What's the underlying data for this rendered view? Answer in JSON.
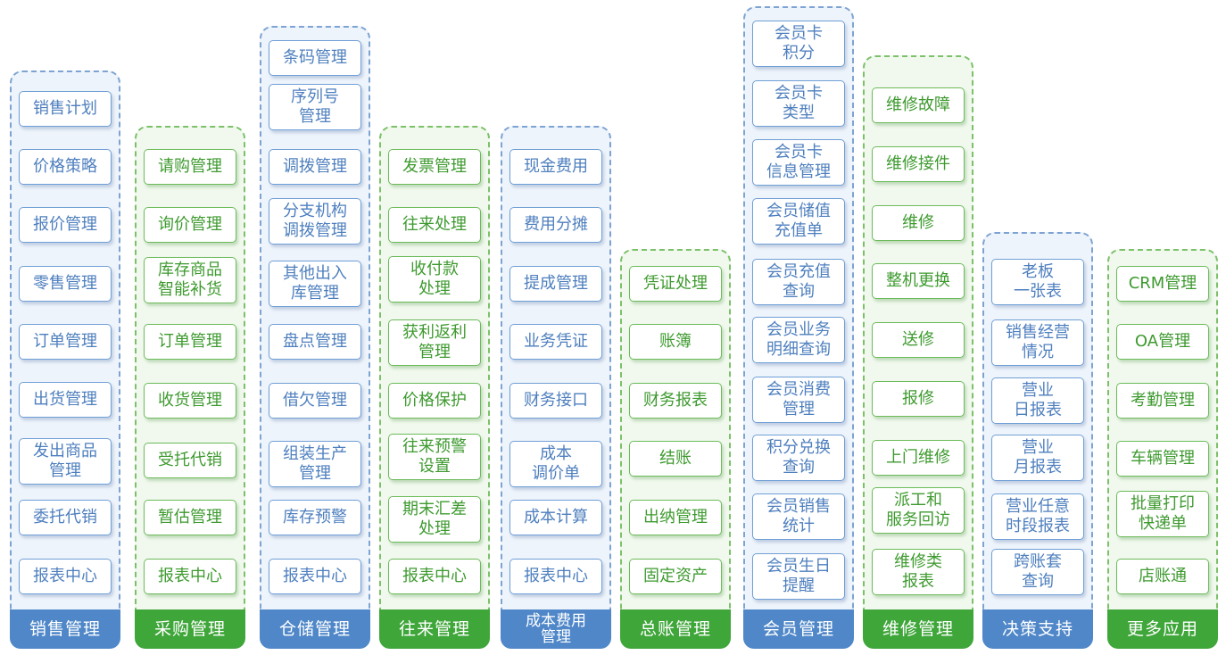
{
  "modules": [
    {
      "id": "sales",
      "color": "blue",
      "title": "销售管理",
      "items": [
        "销售计划",
        "价格策略",
        "报价管理",
        "零售管理",
        "订单管理",
        "出货管理",
        "发出商品\n管理",
        "委托代销",
        "报表中心"
      ]
    },
    {
      "id": "purchase",
      "color": "green",
      "title": "采购管理",
      "items": [
        "请购管理",
        "询价管理",
        "库存商品\n智能补货",
        "订单管理",
        "收货管理",
        "受托代销",
        "暂估管理",
        "报表中心"
      ]
    },
    {
      "id": "warehouse",
      "color": "blue",
      "title": "仓储管理",
      "items": [
        "条码管理",
        "序列号\n管理",
        "调拨管理",
        "分支机构\n调拨管理",
        "其他出入\n库管理",
        "盘点管理",
        "借欠管理",
        "组装生产\n管理",
        "库存预警",
        "报表中心"
      ]
    },
    {
      "id": "accounts",
      "color": "green",
      "title": "往来管理",
      "items": [
        "发票管理",
        "往来处理",
        "收付款\n处理",
        "获利返利\n管理",
        "价格保护",
        "往来预警\n设置",
        "期末汇差\n处理",
        "报表中心"
      ]
    },
    {
      "id": "cost",
      "color": "blue",
      "title": "成本费用\n管理",
      "items": [
        "现金费用",
        "费用分摊",
        "提成管理",
        "业务凭证",
        "财务接口",
        "成本\n调价单",
        "成本计算",
        "报表中心"
      ]
    },
    {
      "id": "ledger",
      "color": "green",
      "title": "总账管理",
      "items": [
        "凭证处理",
        "账簿",
        "财务报表",
        "结账",
        "出纳管理",
        "固定资产"
      ]
    },
    {
      "id": "member",
      "color": "blue",
      "title": "会员管理",
      "items": [
        "会员卡\n积分",
        "会员卡\n类型",
        "会员卡\n信息管理",
        "会员储值\n充值单",
        "会员充值\n查询",
        "会员业务\n明细查询",
        "会员消费\n管理",
        "积分兑换\n查询",
        "会员销售\n统计",
        "会员生日\n提醒"
      ]
    },
    {
      "id": "repair",
      "color": "green",
      "title": "维修管理",
      "items": [
        "维修故障",
        "维修接件",
        "维修",
        "整机更换",
        "送修",
        "报修",
        "上门维修",
        "派工和\n服务回访",
        "维修类\n报表"
      ]
    },
    {
      "id": "decision",
      "color": "blue",
      "title": "决策支持",
      "items": [
        "老板\n一张表",
        "销售经营\n情况",
        "营业\n日报表",
        "营业\n月报表",
        "营业任意\n时段报表",
        "跨账套\n查询"
      ]
    },
    {
      "id": "more",
      "color": "green",
      "title": "更多应用",
      "items": [
        "CRM管理",
        "OA管理",
        "考勤管理",
        "车辆管理",
        "批量打印\n快递单",
        "店账通"
      ]
    }
  ]
}
